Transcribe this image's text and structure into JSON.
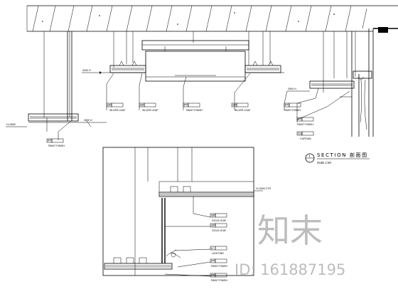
{
  "labels": {
    "silver_leaf": "SILVER LEAF",
    "paint_finish": "PAINT FINISH",
    "gold_leaf": "GOLD LEAF",
    "lighting": "LIGHTING",
    "curtain": "CURTAIN"
  },
  "codes": {
    "pt": "PT",
    "gf": "GF",
    "li": "LI",
    "cu": "CU"
  },
  "section": {
    "title": "SECTION 剖面图",
    "scale": "Scale 1:50",
    "number": "1"
  },
  "watermark": {
    "brand": "知末",
    "id": "ID: 161887195"
  }
}
